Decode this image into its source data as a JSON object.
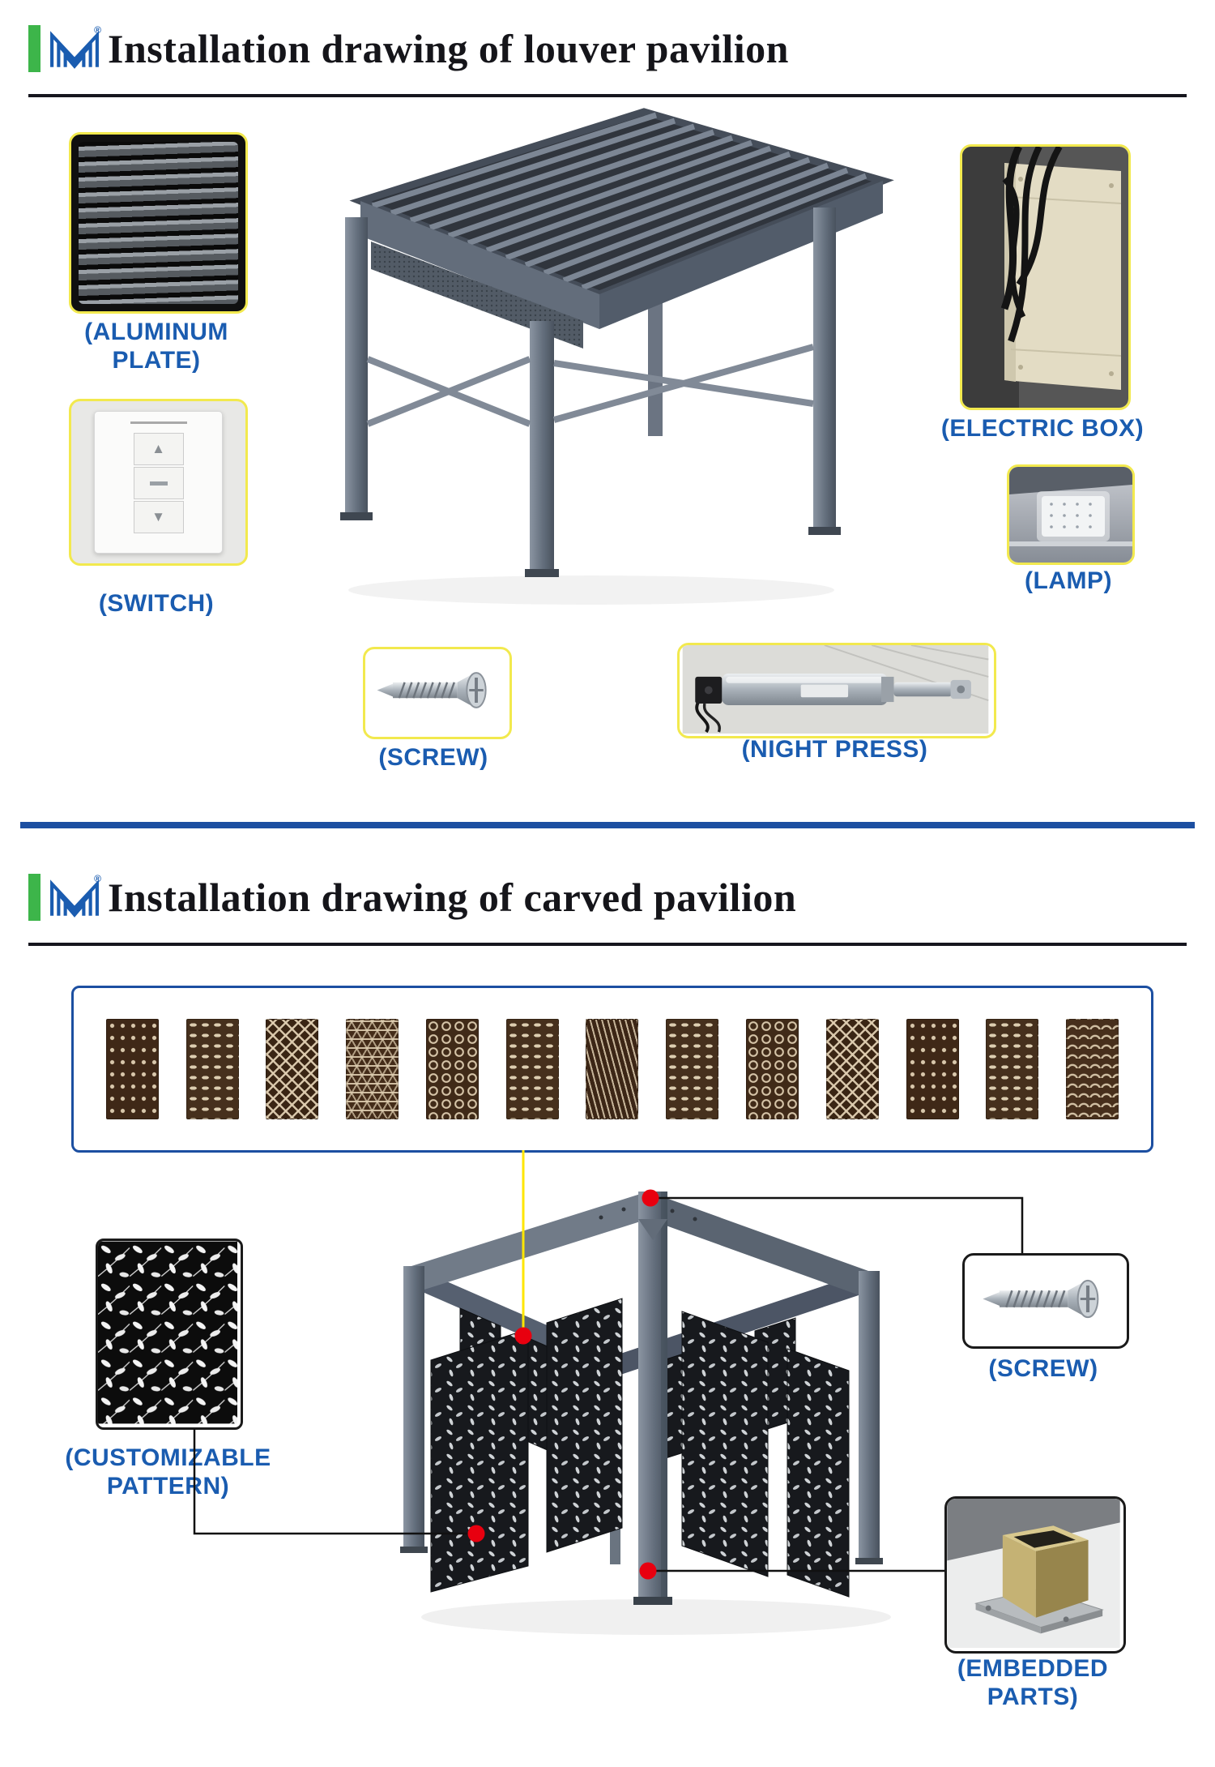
{
  "brand": {
    "registered_mark": "®"
  },
  "colors": {
    "accent_green": "#3db54a",
    "label_blue": "#1a5cb0",
    "divider_blue": "#1c4fa1",
    "highlight_yellow": "#f2e94e",
    "callout_red": "#e8000f",
    "title_color": "#15151a"
  },
  "section1": {
    "title": "Installation drawing of louver pavilion",
    "labels": {
      "aluminum": "(ALUMINUM PLATE)",
      "switch": "(SWITCH)",
      "electric": "(ELECTRIC BOX)",
      "lamp": "(LAMP)",
      "screw": "(SCREW)",
      "night_press": "(NIGHT PRESS)"
    },
    "switch_glyphs": {
      "up": "▲",
      "down": "▼"
    }
  },
  "section2": {
    "title": "Installation drawing of carved pavilion",
    "labels": {
      "customizable_pattern": "(CUSTOMIZABLE PATTERN)",
      "screw": "(SCREW)",
      "embedded_parts": "(EMBEDDED PARTS)"
    },
    "pattern_thumbnails": [
      "vine",
      "branch-leaves",
      "diamond-lattice",
      "geometric-triangles",
      "dandelion-rings",
      "leaf-scatter",
      "fern-stripes",
      "tropical-leaves",
      "rings",
      "lattice",
      "speckle-vine",
      "branch-leaves-2",
      "fish-scales"
    ]
  }
}
